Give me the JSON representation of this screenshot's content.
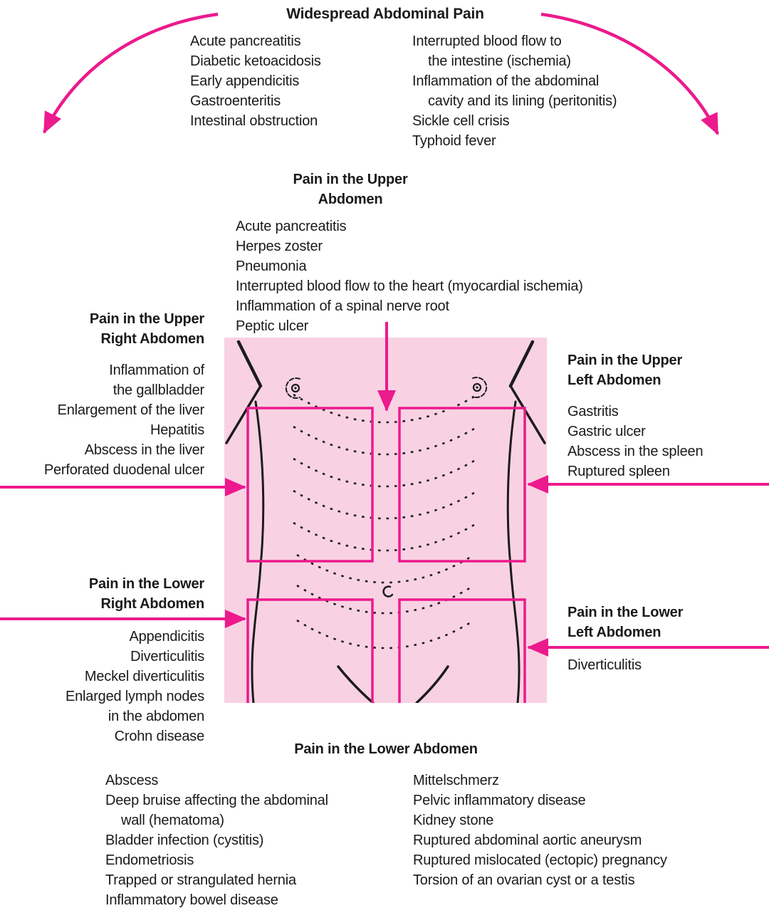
{
  "title": "Widespread Abdominal Pain",
  "colors": {
    "magenta": "#EC1A8D",
    "torso_background": "#F8D2E3",
    "text": "#1A1A1A"
  },
  "sections": {
    "widespread": {
      "column_left": [
        "Acute pancreatitis",
        "Diabetic ketoacidosis",
        "Early appendicitis",
        "Gastroenteritis",
        "Intestinal obstruction"
      ],
      "column_right": [
        {
          "text": "Interrupted blood flow to"
        },
        {
          "text": "the intestine (ischemia)",
          "indent": true
        },
        {
          "text": "Inflammation of the abdominal"
        },
        {
          "text": "cavity and its lining (peritonitis)",
          "indent": true
        },
        {
          "text": "Sickle cell crisis"
        },
        {
          "text": "Typhoid fever"
        }
      ]
    },
    "upper_abdomen": {
      "heading": [
        "Pain in the Upper",
        "Abdomen"
      ],
      "causes": [
        "Acute pancreatitis",
        "Herpes zoster",
        "Pneumonia",
        "Interrupted blood flow to the heart (myocardial ischemia)",
        "Inflammation of a spinal nerve root",
        "Peptic ulcer"
      ]
    },
    "upper_right": {
      "heading": [
        "Pain in the Upper",
        "Right Abdomen"
      ],
      "causes": [
        "Inflammation of",
        "the gallbladder",
        "Enlargement of the liver",
        "Hepatitis",
        "Abscess in the liver",
        "Perforated duodenal ulcer"
      ]
    },
    "upper_left": {
      "heading": [
        "Pain in the Upper",
        "Left Abdomen"
      ],
      "causes": [
        "Gastritis",
        "Gastric ulcer",
        "Abscess in the spleen",
        "Ruptured spleen"
      ]
    },
    "lower_right": {
      "heading": [
        "Pain in the Lower",
        "Right Abdomen"
      ],
      "causes": [
        "Appendicitis",
        "Diverticulitis",
        "Meckel diverticulitis",
        "Enlarged lymph nodes",
        "in the abdomen",
        "Crohn disease"
      ]
    },
    "lower_left": {
      "heading": [
        "Pain in the Lower",
        "Left Abdomen"
      ],
      "causes": [
        "Diverticulitis"
      ]
    },
    "lower_abdomen": {
      "heading": "Pain in the Lower Abdomen",
      "column_left": [
        {
          "text": "Abscess"
        },
        {
          "text": "Deep bruise affecting the abdominal"
        },
        {
          "text": "wall (hematoma)",
          "indent": true
        },
        {
          "text": "Bladder infection (cystitis)"
        },
        {
          "text": "Endometriosis"
        },
        {
          "text": "Trapped or strangulated hernia"
        },
        {
          "text": "Inflammatory bowel disease"
        }
      ],
      "column_right": [
        "Mittelschmerz",
        "Pelvic inflammatory disease",
        "Kidney stone",
        "Ruptured abdominal aortic aneurysm",
        "Ruptured mislocated (ectopic) pregnancy",
        "Torsion of an ovarian cyst or a testis"
      ]
    }
  }
}
